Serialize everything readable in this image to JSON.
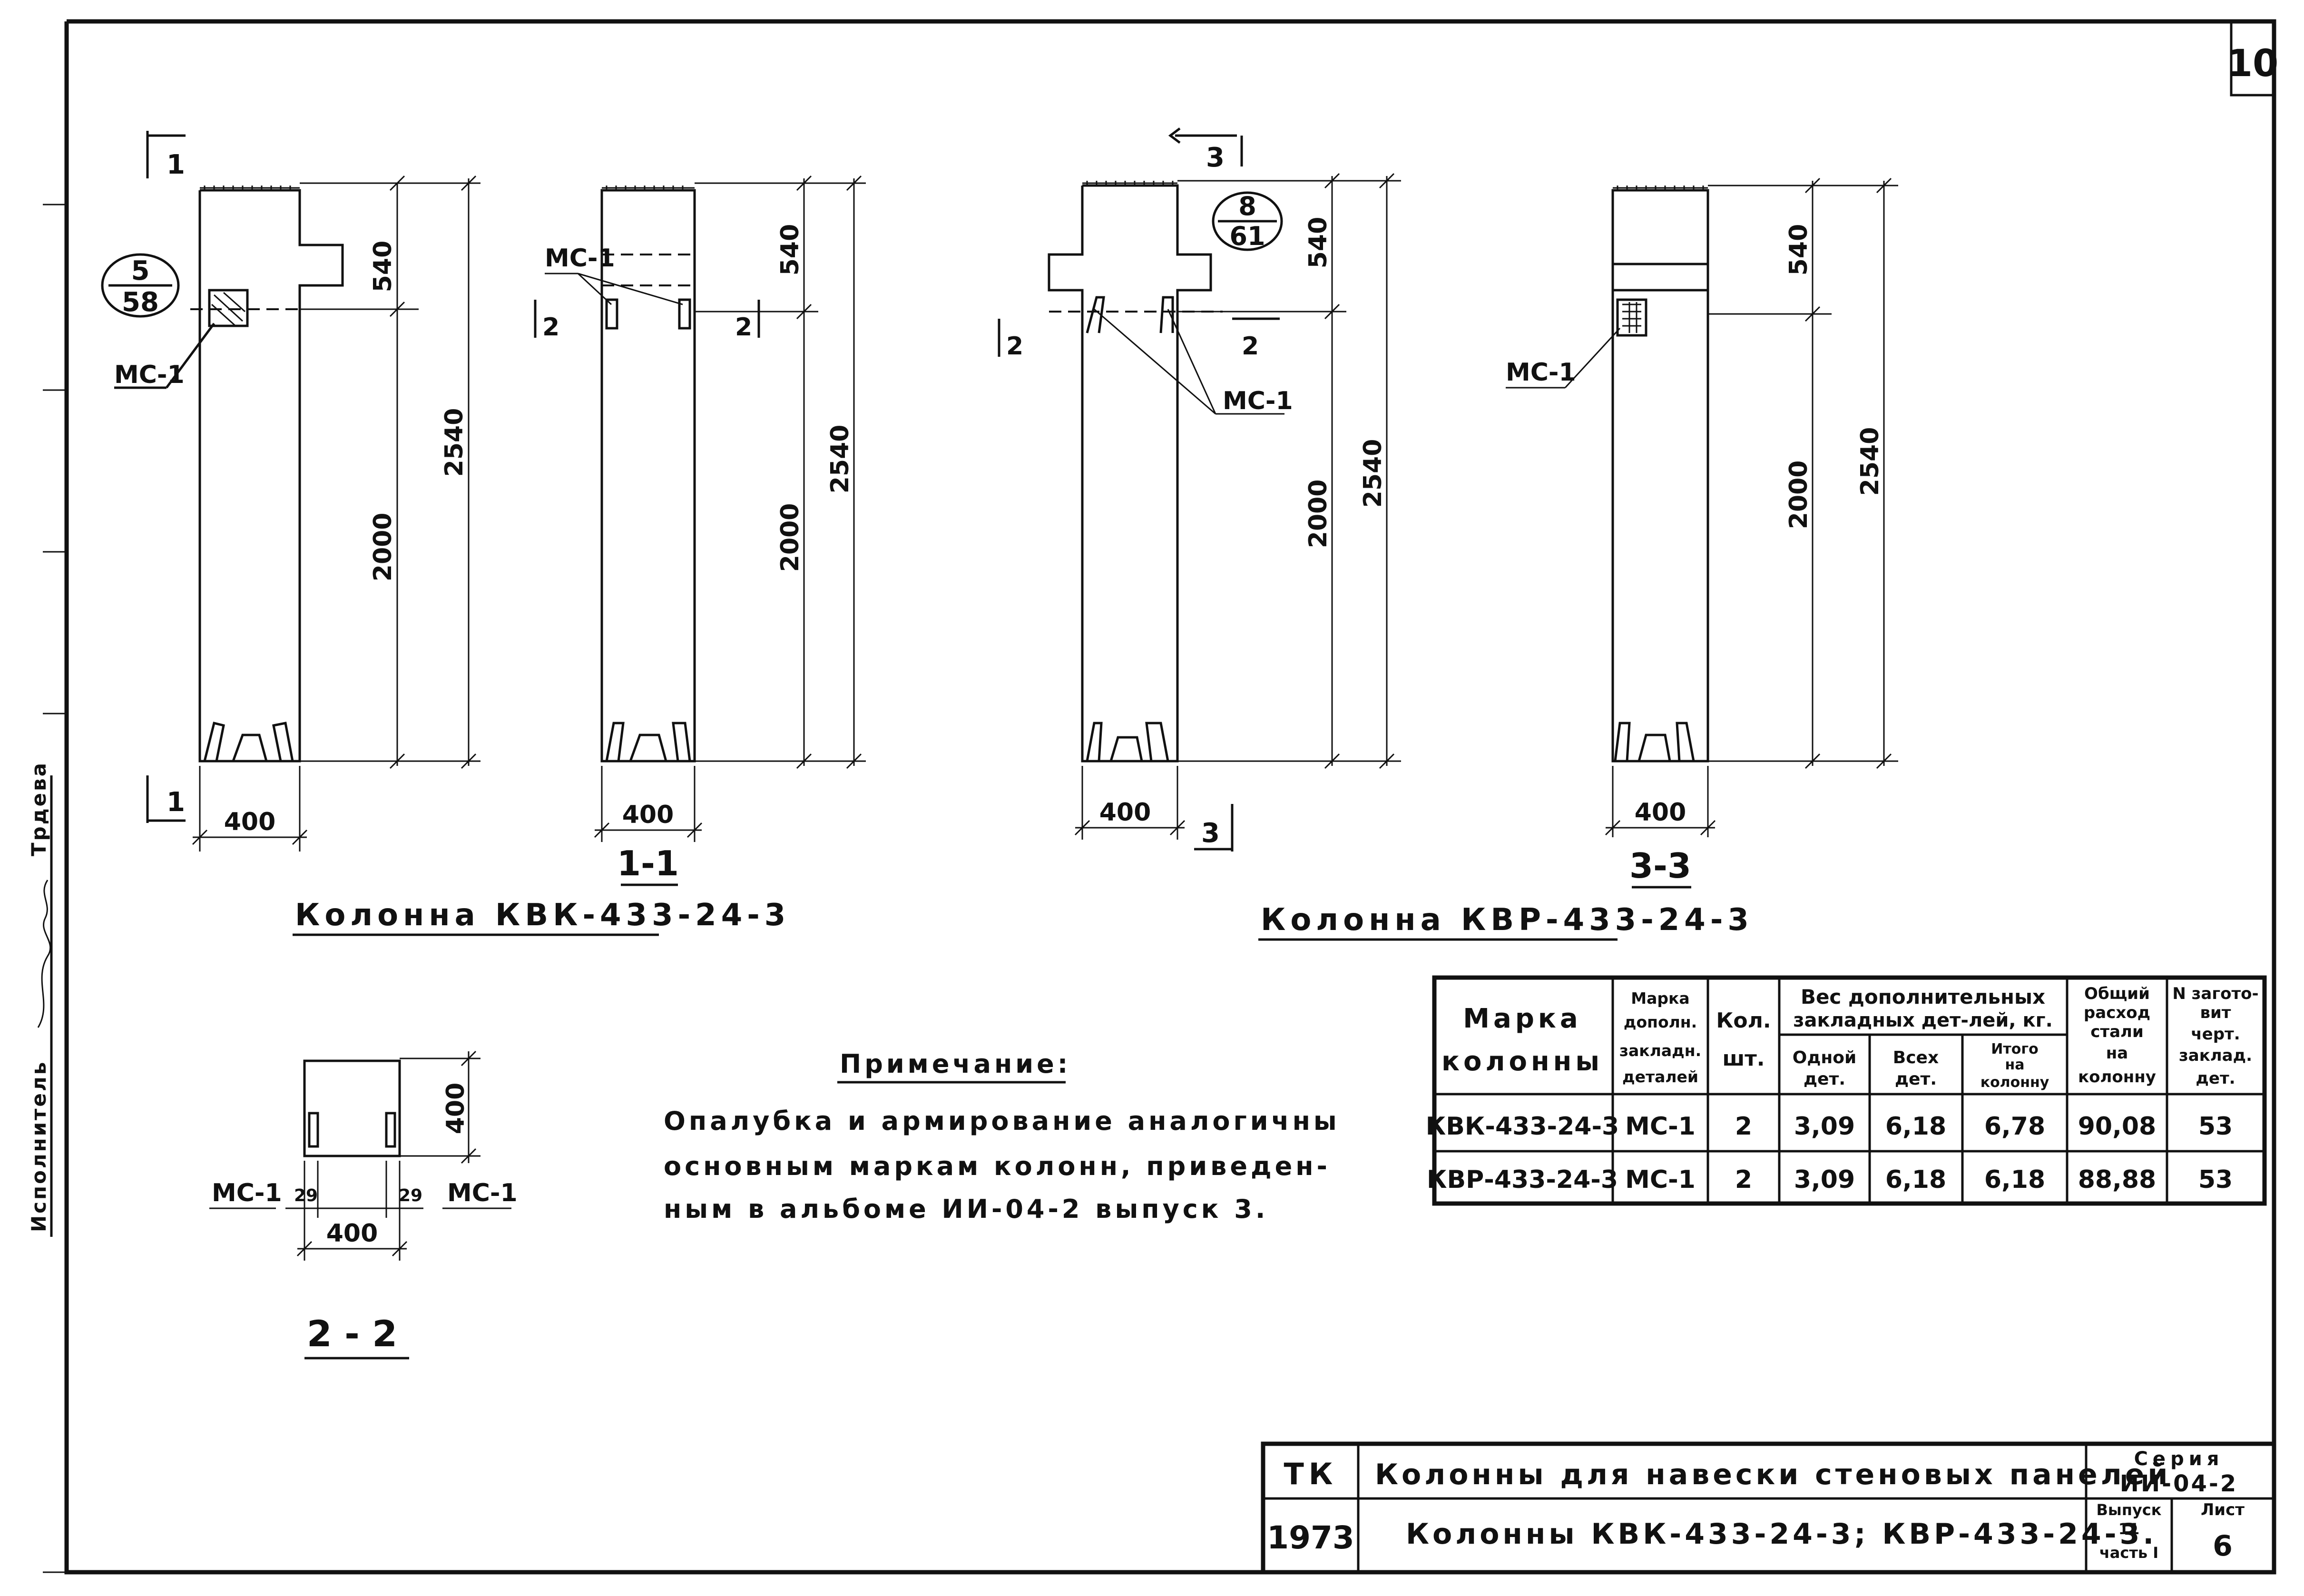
{
  "sheet": {
    "sheet_number": "10",
    "side_stamp": "Исполнитель",
    "side_signature_name": "Трдева"
  },
  "dimensions": {
    "height_total": "2540",
    "height_lower": "2000",
    "height_upper": "540",
    "width": "400",
    "offset": "29",
    "section_height": "400"
  },
  "sections": {
    "cut1": "1",
    "cut2": "2",
    "cut3": "3",
    "section_1_1": "1-1",
    "section_2_2": "2 - 2",
    "section_3_3": "3-3"
  },
  "callouts": {
    "left_top": "5",
    "left_bottom": "58",
    "right_top": "8",
    "right_bottom": "61",
    "embedded_part": "МС-1"
  },
  "titles": {
    "column_kvk": "Колонна КВК-433-24-3",
    "column_kvr": "Колонна КВР-433-24-3"
  },
  "note": {
    "heading": "Примечание:",
    "lines": [
      "Опалубка и армирование аналогичны",
      "основным маркам колонн, приведен-",
      "ным в альбоме ИИ-04-2 выпуск 3."
    ]
  },
  "spec_table": {
    "headers": {
      "mark": [
        "Марка",
        "колонны"
      ],
      "part_mark": [
        "Марка",
        "дополн.",
        "закладн.",
        "деталей"
      ],
      "qty": [
        "Кол.",
        "шт."
      ],
      "weight_group": [
        "Вес дополнительных",
        "закладных дет-лей, кг."
      ],
      "weight_one": [
        "Одной",
        "дет."
      ],
      "weight_all": [
        "Всех",
        "дет."
      ],
      "weight_total": [
        "Итого",
        "на",
        "колонну"
      ],
      "steel_total": [
        "Общий",
        "расход",
        "стали",
        "на",
        "колонну"
      ],
      "drawing_no": [
        "N загото-",
        "вит",
        "черт.",
        "заклад.",
        "дет."
      ]
    },
    "rows": [
      [
        "КВК-433-24-3",
        "МС-1",
        "2",
        "3,09",
        "6,18",
        "6,78",
        "90,08",
        "53"
      ],
      [
        "КВР-433-24-3",
        "МС-1",
        "2",
        "3,09",
        "6,18",
        "6,18",
        "88,88",
        "53"
      ]
    ]
  },
  "title_block": {
    "org": "ТК",
    "year": "1973",
    "title": "Колонны для навески стеновых панелей",
    "subtitle": "Колонны КВК-433-24-3; КВР-433-24-3.",
    "series_label": "Серия",
    "series_value": "ИИ-04-2",
    "issue_label": "Выпуск",
    "issue_value": "11",
    "part_label": "часть I",
    "sheet_label": "Лист",
    "sheet_value": "6"
  }
}
